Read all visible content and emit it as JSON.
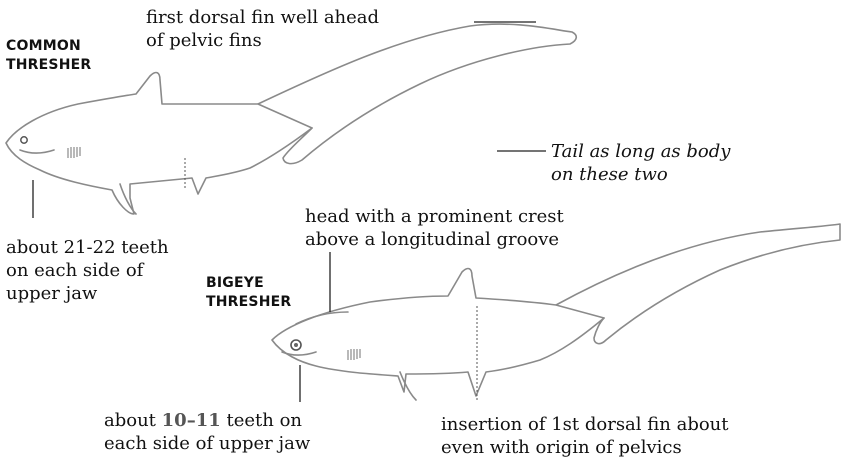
{
  "sharks": {
    "common": {
      "name_line1": "COMMON",
      "name_line2": "THRESHER"
    },
    "bigeye": {
      "name_line1": "BIGEYE",
      "name_line2": "THRESHER"
    }
  },
  "annotations": {
    "dorsal_fin_line1": "first dorsal fin well ahead",
    "dorsal_fin_line2": "of pelvic fins",
    "tail_line1": "Tail as long as body",
    "tail_line2": "on these two",
    "common_teeth_line1": "about 21-22 teeth",
    "common_teeth_line2": "on each side of",
    "common_teeth_line3": "upper jaw",
    "head_crest_line1": "head with a prominent crest",
    "head_crest_line2": "above a longitudinal groove",
    "bigeye_teeth_prefix": "about",
    "bigeye_teeth_number": "10–11",
    "bigeye_teeth_suffix": "teeth on",
    "bigeye_teeth_line2": "each side of upper jaw",
    "insertion_line1": "insertion of 1st dorsal fin about",
    "insertion_line2": "even with origin of pelvics"
  },
  "colors": {
    "outline": "#8a8a8a",
    "pointer": "#222222",
    "fill": "#ffffff"
  }
}
